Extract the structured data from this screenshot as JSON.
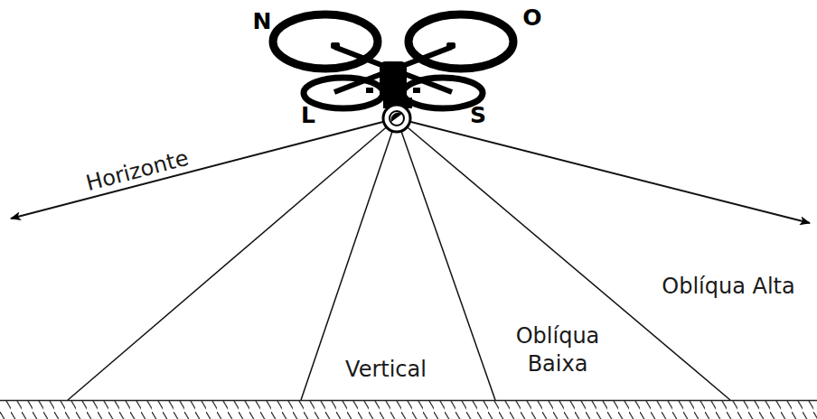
{
  "diagram": {
    "labels": [
      "N",
      "O",
      "L",
      "S",
      "Horizonte",
      "Vertical",
      "Oblíqua Baixa",
      "Oblíqua Alta"
    ]
  }
}
